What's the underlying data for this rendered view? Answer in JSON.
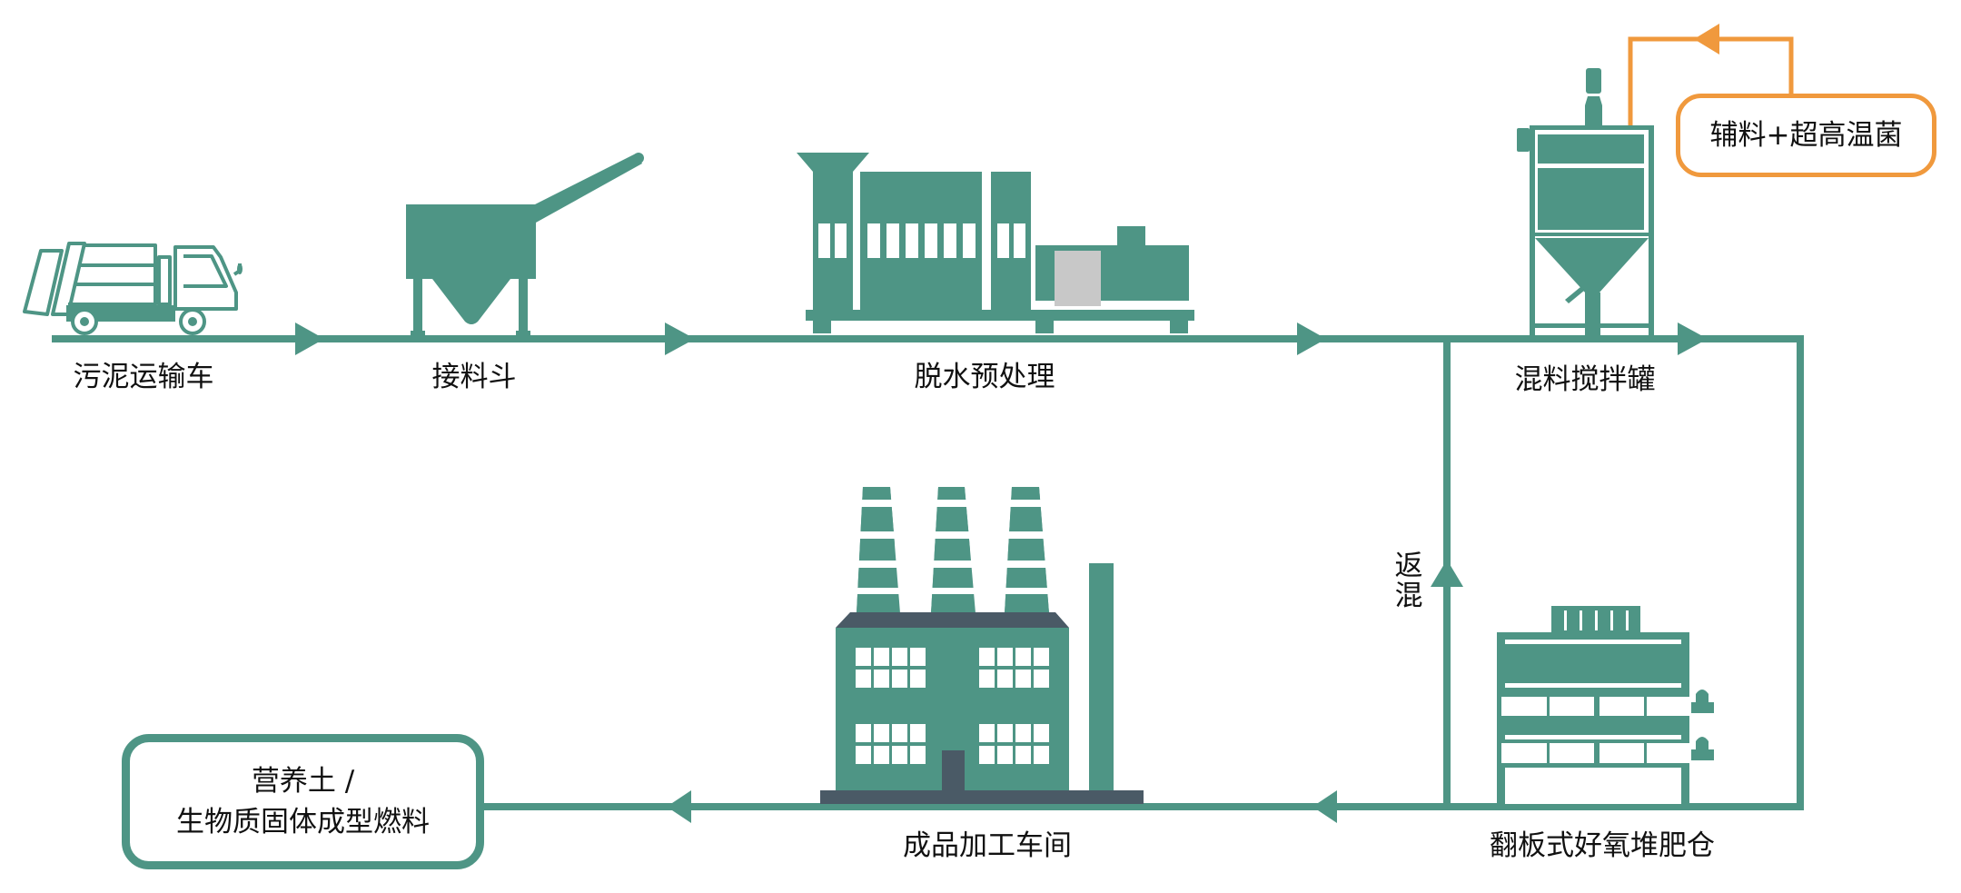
{
  "title": "污泥好氧堆肥处理工艺流程",
  "colors": {
    "flow": "#4E9585",
    "additive": "#F0993D",
    "roof": "#4A5A66",
    "motor_panel": "#C8C8C8"
  },
  "stages": [
    {
      "id": "truck",
      "label": "污泥运输车",
      "icon": "garbage-truck-icon"
    },
    {
      "id": "hopper",
      "label": "接料斗",
      "icon": "hopper-conveyor-icon"
    },
    {
      "id": "dewatering",
      "label": "脱水预处理",
      "icon": "dewatering-machine-icon"
    },
    {
      "id": "mixer",
      "label": "混料搅拌罐",
      "icon": "mixing-tank-icon"
    },
    {
      "id": "composter",
      "label": "翻板式好氧堆肥仓",
      "icon": "compost-bin-icon"
    },
    {
      "id": "workshop",
      "label": "成品加工车间",
      "icon": "factory-icon"
    }
  ],
  "additive_box": {
    "label": "辅料+超高温菌"
  },
  "product_box": {
    "line1": "营养土 /",
    "line2": "生物质固体成型燃料"
  },
  "return_label": {
    "line1": "返",
    "line2": "混"
  },
  "flow_sequence": [
    "污泥运输车",
    "接料斗",
    "脱水预处理",
    "混料搅拌罐",
    "翻板式好氧堆肥仓",
    "成品加工车间",
    "营养土 / 生物质固体成型燃料"
  ],
  "return_flow": {
    "from": "翻板式好氧堆肥仓",
    "to": "混料搅拌罐",
    "label": "返混"
  },
  "additive_flow": {
    "from": "辅料+超高温菌",
    "to": "混料搅拌罐"
  }
}
